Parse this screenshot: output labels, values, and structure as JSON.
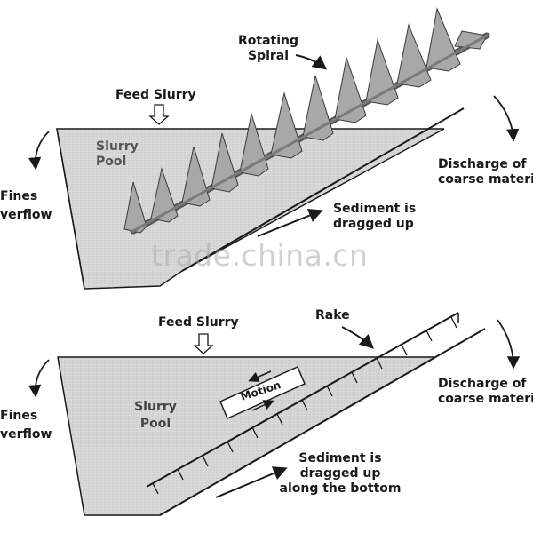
{
  "top_diagram": {
    "rotating_spiral": [
      "Rotating",
      "Spiral"
    ],
    "feed_slurry": "Feed Slurry",
    "slurry_pool": [
      "Slurry",
      "Pool"
    ],
    "fines_overflow": [
      "Fines",
      "verflow"
    ],
    "discharge": [
      "Discharge of",
      "coarse materi"
    ],
    "sediment": [
      "Sediment is",
      "dragged up"
    ]
  },
  "bottom_diagram": {
    "feed_slurry": "Feed Slurry",
    "rake": "Rake",
    "slurry_pool": [
      "Slurry",
      "Pool"
    ],
    "fines_overflow": [
      "Fines",
      "verflow"
    ],
    "discharge": [
      "Discharge of",
      "coarse materi"
    ],
    "motion": "Motion",
    "sediment": [
      "Sediment is",
      "dragged up",
      "along the bottom"
    ]
  },
  "watermark": "trade.china.cn",
  "colors": {
    "pool_fill": "#d6d6d6",
    "line": "#1a1a1a",
    "blade_fill": "#9a9a9a"
  },
  "icons": [
    "down-arrow-icon",
    "curved-arrow-icon",
    "right-arrow-icon"
  ]
}
